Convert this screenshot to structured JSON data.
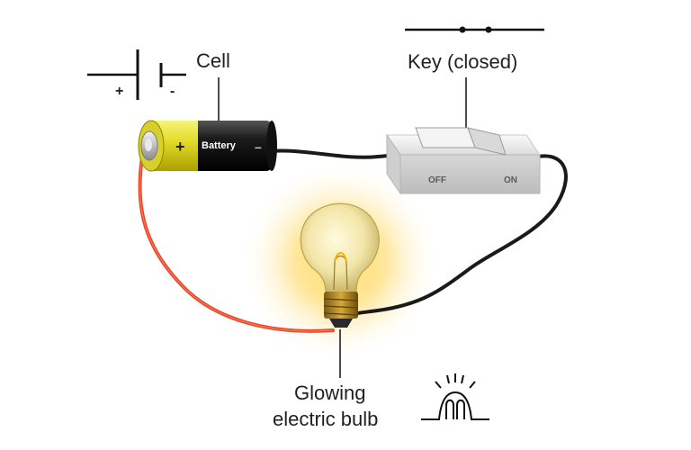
{
  "labels": {
    "cell": "Cell",
    "cell_plus": "+",
    "cell_minus": "-",
    "key": "Key (closed)",
    "bulb_line1": "Glowing",
    "bulb_line2": "electric bulb"
  },
  "battery": {
    "plus": "+",
    "text": "Battery",
    "minus": "–"
  },
  "switch": {
    "off": "OFF",
    "on": "ON"
  },
  "colors": {
    "red_wire": "#e8462a",
    "black_wire": "#1a1a1a",
    "battery_yellow": "#e8e23a",
    "battery_black": "#222222",
    "glow": "#ffcc33",
    "switch_body": "#e6e6e6"
  }
}
